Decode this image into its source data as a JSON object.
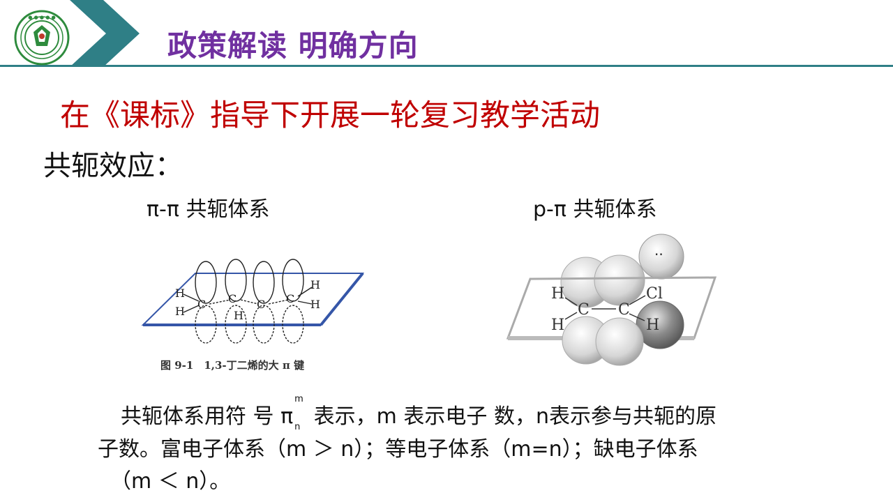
{
  "header": {
    "title": "政策解读 明确方向",
    "accent_color": "#2f7f86",
    "title_color": "#7030a0",
    "logo_icon": "school-seal-logo"
  },
  "subtitle": "在《课标》指导下开展一轮复习教学活动",
  "section_heading": "共轭效应：",
  "figures": {
    "left_label": "π-π 共轭体系",
    "right_label": "p-π 共轭体系",
    "left_caption": "图 9-1　1,3-丁二烯的大 π 键",
    "left_atoms": {
      "h": "H",
      "c": "C"
    },
    "right_atoms": {
      "h": "H",
      "c": "C",
      "cl": "Cl",
      "lone_pair": "··"
    }
  },
  "paragraph": {
    "line1_a": "共轭体系用符 号 π",
    "pi_sup": "m",
    "pi_sub": "n",
    "line1_b": " 表示，m 表示电子 数，n表示参与共轭的原",
    "line2": "子数。富电子体系（m ＞ n）；等电子体系（m=n）；缺电子体系",
    "line3": "（m ＜ n）。"
  }
}
